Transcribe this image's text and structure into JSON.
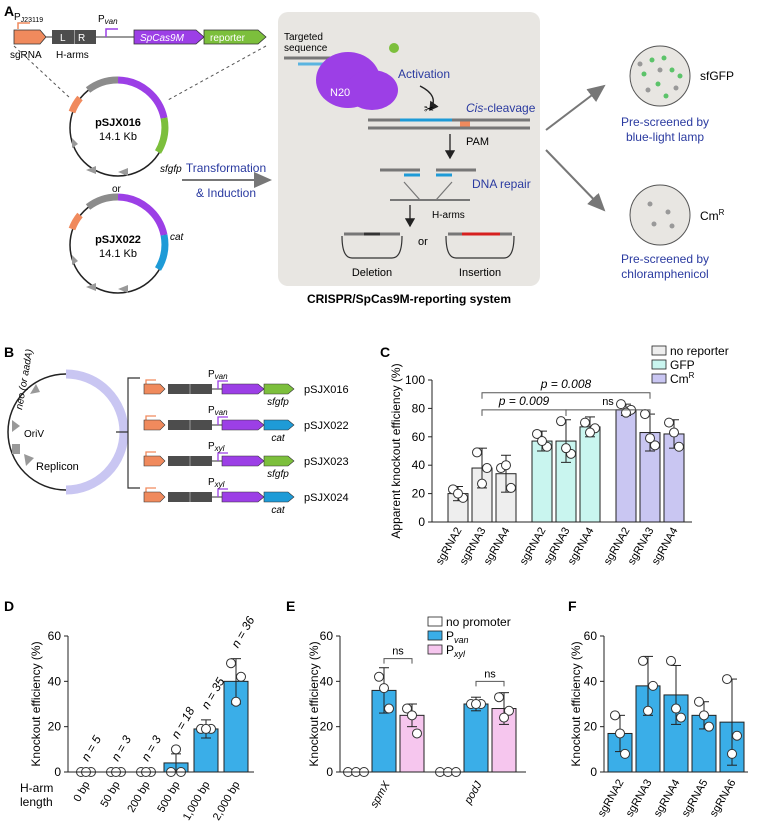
{
  "panels": {
    "A": "A",
    "B": "B",
    "C": "C",
    "D": "D",
    "E": "E",
    "F": "F"
  },
  "panelA": {
    "promoter1": "P",
    "promoter1_sub": "J23119",
    "sgRNA": "sgRNA",
    "L": "L",
    "R": "R",
    "harms": "H-arms",
    "pvan": "P",
    "pvan_sub": "van",
    "cas": "SpCas9M",
    "reporter": "reporter",
    "plasmid1_name": "pSJX016",
    "plasmid1_size": "14.1 Kb",
    "plasmid1_gene": "sfgfp",
    "or1": "or",
    "plasmid2_name": "pSJX022",
    "plasmid2_size": "14.1 Kb",
    "plasmid2_gene": "cat",
    "transform1": "Transformation",
    "transform2": "& Induction",
    "targeted1": "Targeted",
    "targeted2": "sequence",
    "n20": "N20",
    "activation": "Activation",
    "cis": "Cis",
    "cleavage": "-cleavage",
    "pam": "PAM",
    "repair": "DNA repair",
    "harms2": "H-arms",
    "deletion": "Deletion",
    "or2": "or",
    "insertion": "Insertion",
    "system_title": "CRISPR/SpCas9M-reporting system",
    "sfgfp_label": "sfGFP",
    "blue1": "Pre-screened by",
    "blue2": "blue-light lamp",
    "cmr": "Cm",
    "cmr_sup": "R",
    "chl1": "Pre-screened by",
    "chl2": "chloramphenicol",
    "colors": {
      "sgRNA": "#f08a5d",
      "hbox": "#4d4d4d",
      "cas": "#9c3fe6",
      "reporter": "#7cbf3c",
      "cat": "#1e9bd7",
      "gray": "#8c8c8c",
      "panelbg": "#e8e6e2",
      "green": "#5cc36a"
    }
  },
  "panelB": {
    "neo": "neo (or aadA)",
    "oriv": "OriV",
    "replicon": "Replicon",
    "rows": [
      {
        "prom": "P",
        "sub": "van",
        "gene": "sfgfp",
        "name": "pSJX016"
      },
      {
        "prom": "P",
        "sub": "van",
        "gene": "cat",
        "name": "pSJX022"
      },
      {
        "prom": "P",
        "sub": "xyl",
        "gene": "sfgfp",
        "name": "pSJX023"
      },
      {
        "prom": "P",
        "sub": "xyl",
        "gene": "cat",
        "name": "pSJX024"
      }
    ]
  },
  "chart_data": [
    {
      "panel": "C",
      "type": "bar",
      "ylabel": "Apparent knockout efficiency (%)",
      "ylim": [
        0,
        100
      ],
      "yticks": [
        0,
        20,
        40,
        60,
        80,
        100
      ],
      "categories": [
        "sgRNA2",
        "sgRNA3",
        "sgRNA4",
        "sgRNA2",
        "sgRNA3",
        "sgRNA4",
        "sgRNA2",
        "sgRNA3",
        "sgRNA4"
      ],
      "series": [
        {
          "name": "no reporter",
          "color": "#eeeeee",
          "values": [
            20,
            38,
            34
          ],
          "err": [
            5,
            14,
            13
          ],
          "points": [
            [
              23,
              17,
              20
            ],
            [
              49,
              38,
              27
            ],
            [
              38,
              24,
              40
            ]
          ]
        },
        {
          "name": "GFP",
          "color": "#c9f5ef",
          "values": [
            57,
            57,
            67
          ],
          "err": [
            7,
            15,
            7
          ],
          "points": [
            [
              62,
              53,
              57
            ],
            [
              71,
              48,
              52
            ],
            [
              70,
              66,
              63
            ]
          ]
        },
        {
          "name": "Cm",
          "name_sup": "R",
          "color": "#c9c6f2",
          "values": [
            79,
            63,
            62
          ],
          "err": [
            4,
            13,
            10
          ],
          "points": [
            [
              83,
              79,
              77
            ],
            [
              76,
              54,
              59
            ],
            [
              70,
              53,
              63
            ]
          ]
        }
      ],
      "annotations": [
        {
          "text": "p = 0.008"
        },
        {
          "text": "p = 0.009"
        },
        {
          "text": "ns"
        }
      ]
    },
    {
      "panel": "D",
      "type": "bar",
      "ylabel": "Knockout efficiency (%)",
      "xlabel": "H-arm length",
      "ylim": [
        0,
        60
      ],
      "yticks": [
        0,
        20,
        40,
        60
      ],
      "categories": [
        "0 bp",
        "50 bp",
        "200 bp",
        "500 bp",
        "1,000 bp",
        "2,000 bp"
      ],
      "values": [
        0,
        0,
        0,
        4,
        19,
        40
      ],
      "err": [
        0,
        0,
        0,
        4,
        4,
        10
      ],
      "n_labels": [
        "n = 5",
        "n = 3",
        "n = 3",
        "n = 18",
        "n = 35",
        "n = 36"
      ],
      "points": [
        [
          0,
          0,
          0
        ],
        [
          0,
          0,
          0
        ],
        [
          0,
          0,
          0
        ],
        [
          0,
          0,
          10
        ],
        [
          19,
          19,
          19
        ],
        [
          48,
          42,
          31
        ]
      ],
      "color": "#3aaee8"
    },
    {
      "panel": "E",
      "type": "bar",
      "ylabel": "Knockout efficiency (%)",
      "ylim": [
        0,
        60
      ],
      "yticks": [
        0,
        20,
        40,
        60
      ],
      "categories": [
        "spmX",
        "podJ"
      ],
      "series": [
        {
          "name": "no promoter",
          "color": "#ffffff",
          "values": [
            0,
            0
          ],
          "err": [
            0,
            0
          ],
          "points": [
            [
              0,
              0,
              0
            ],
            [
              0,
              0,
              0
            ]
          ]
        },
        {
          "name": "P",
          "name_sub": "van",
          "color": "#3aaee8",
          "values": [
            36,
            30
          ],
          "err": [
            10,
            3
          ],
          "points": [
            [
              42,
              28,
              37
            ],
            [
              30,
              30,
              30
            ]
          ]
        },
        {
          "name": "P",
          "name_sub": "xyl",
          "color": "#f6c6ee",
          "values": [
            25,
            28
          ],
          "err": [
            5,
            7
          ],
          "points": [
            [
              28,
              17,
              25
            ],
            [
              33,
              27,
              24
            ]
          ]
        }
      ],
      "annotations": [
        {
          "text": "ns"
        },
        {
          "text": "ns"
        }
      ]
    },
    {
      "panel": "F",
      "type": "bar",
      "ylabel": "Knockout efficiency (%)",
      "ylim": [
        0,
        60
      ],
      "yticks": [
        0,
        20,
        40,
        60
      ],
      "categories": [
        "sgRNA2",
        "sgRNA3",
        "sgRNA4",
        "sgRNA5",
        "sgRNA6"
      ],
      "values": [
        17,
        38,
        34,
        25,
        22
      ],
      "err": [
        8,
        13,
        13,
        6,
        19
      ],
      "points": [
        [
          25,
          8,
          17
        ],
        [
          49,
          38,
          27
        ],
        [
          49,
          24,
          28
        ],
        [
          31,
          20,
          25
        ],
        [
          41,
          16,
          8
        ]
      ],
      "color": "#3aaee8"
    }
  ]
}
